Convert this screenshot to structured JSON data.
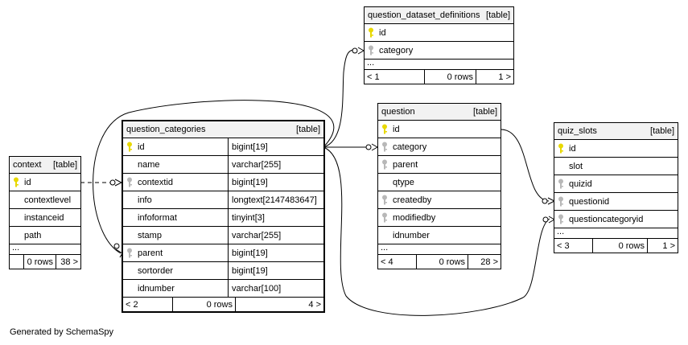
{
  "colors": {
    "primary_key": "#e8d800",
    "foreign_key": "#b8b8b8",
    "header_bg": "#f2f2f2",
    "border": "#000000"
  },
  "footer_text": "Generated by SchemaSpy",
  "tables": {
    "question_dataset_definitions": {
      "name": "question_dataset_definitions",
      "tag": "[table]",
      "columns": [
        {
          "name": "id",
          "key": "primary-key-icon"
        },
        {
          "name": "category",
          "key": "foreign-key-icon"
        }
      ],
      "ellipsis": "...",
      "footer": {
        "parents": "< 1",
        "rows": "0 rows",
        "children": "1 >"
      }
    },
    "question": {
      "name": "question",
      "tag": "[table]",
      "columns": [
        {
          "name": "id",
          "key": "primary-key-icon"
        },
        {
          "name": "category",
          "key": "foreign-key-icon"
        },
        {
          "name": "parent",
          "key": "foreign-key-icon"
        },
        {
          "name": "qtype",
          "key": ""
        },
        {
          "name": "createdby",
          "key": "foreign-key-icon"
        },
        {
          "name": "modifiedby",
          "key": "foreign-key-icon"
        },
        {
          "name": "idnumber",
          "key": ""
        }
      ],
      "ellipsis": "...",
      "footer": {
        "parents": "< 4",
        "rows": "0 rows",
        "children": "28 >"
      }
    },
    "question_categories": {
      "name": "question_categories",
      "tag": "[table]",
      "columns": [
        {
          "name": "id",
          "type": "bigint[19]",
          "key": "primary-key-icon"
        },
        {
          "name": "name",
          "type": "varchar[255]",
          "key": ""
        },
        {
          "name": "contextid",
          "type": "bigint[19]",
          "key": "foreign-key-icon"
        },
        {
          "name": "info",
          "type": "longtext[2147483647]",
          "key": ""
        },
        {
          "name": "infoformat",
          "type": "tinyint[3]",
          "key": ""
        },
        {
          "name": "stamp",
          "type": "varchar[255]",
          "key": ""
        },
        {
          "name": "parent",
          "type": "bigint[19]",
          "key": "foreign-key-icon"
        },
        {
          "name": "sortorder",
          "type": "bigint[19]",
          "key": ""
        },
        {
          "name": "idnumber",
          "type": "varchar[100]",
          "key": ""
        }
      ],
      "footer": {
        "parents": "< 2",
        "rows": "0 rows",
        "children": "4 >"
      }
    },
    "context": {
      "name": "context",
      "tag": "[table]",
      "columns": [
        {
          "name": "id",
          "key": "primary-key-icon"
        },
        {
          "name": "contextlevel",
          "key": ""
        },
        {
          "name": "instanceid",
          "key": ""
        },
        {
          "name": "path",
          "key": ""
        }
      ],
      "ellipsis": "...",
      "footer": {
        "parents": "",
        "rows": "0 rows",
        "children": "38 >"
      }
    },
    "quiz_slots": {
      "name": "quiz_slots",
      "tag": "[table]",
      "columns": [
        {
          "name": "id",
          "key": "primary-key-icon"
        },
        {
          "name": "slot",
          "key": ""
        },
        {
          "name": "quizid",
          "key": "foreign-key-icon"
        },
        {
          "name": "questionid",
          "key": "foreign-key-icon"
        },
        {
          "name": "questioncategoryid",
          "key": "foreign-key-icon"
        }
      ],
      "ellipsis": "...",
      "footer": {
        "parents": "< 3",
        "rows": "0 rows",
        "children": "1 >"
      }
    }
  }
}
